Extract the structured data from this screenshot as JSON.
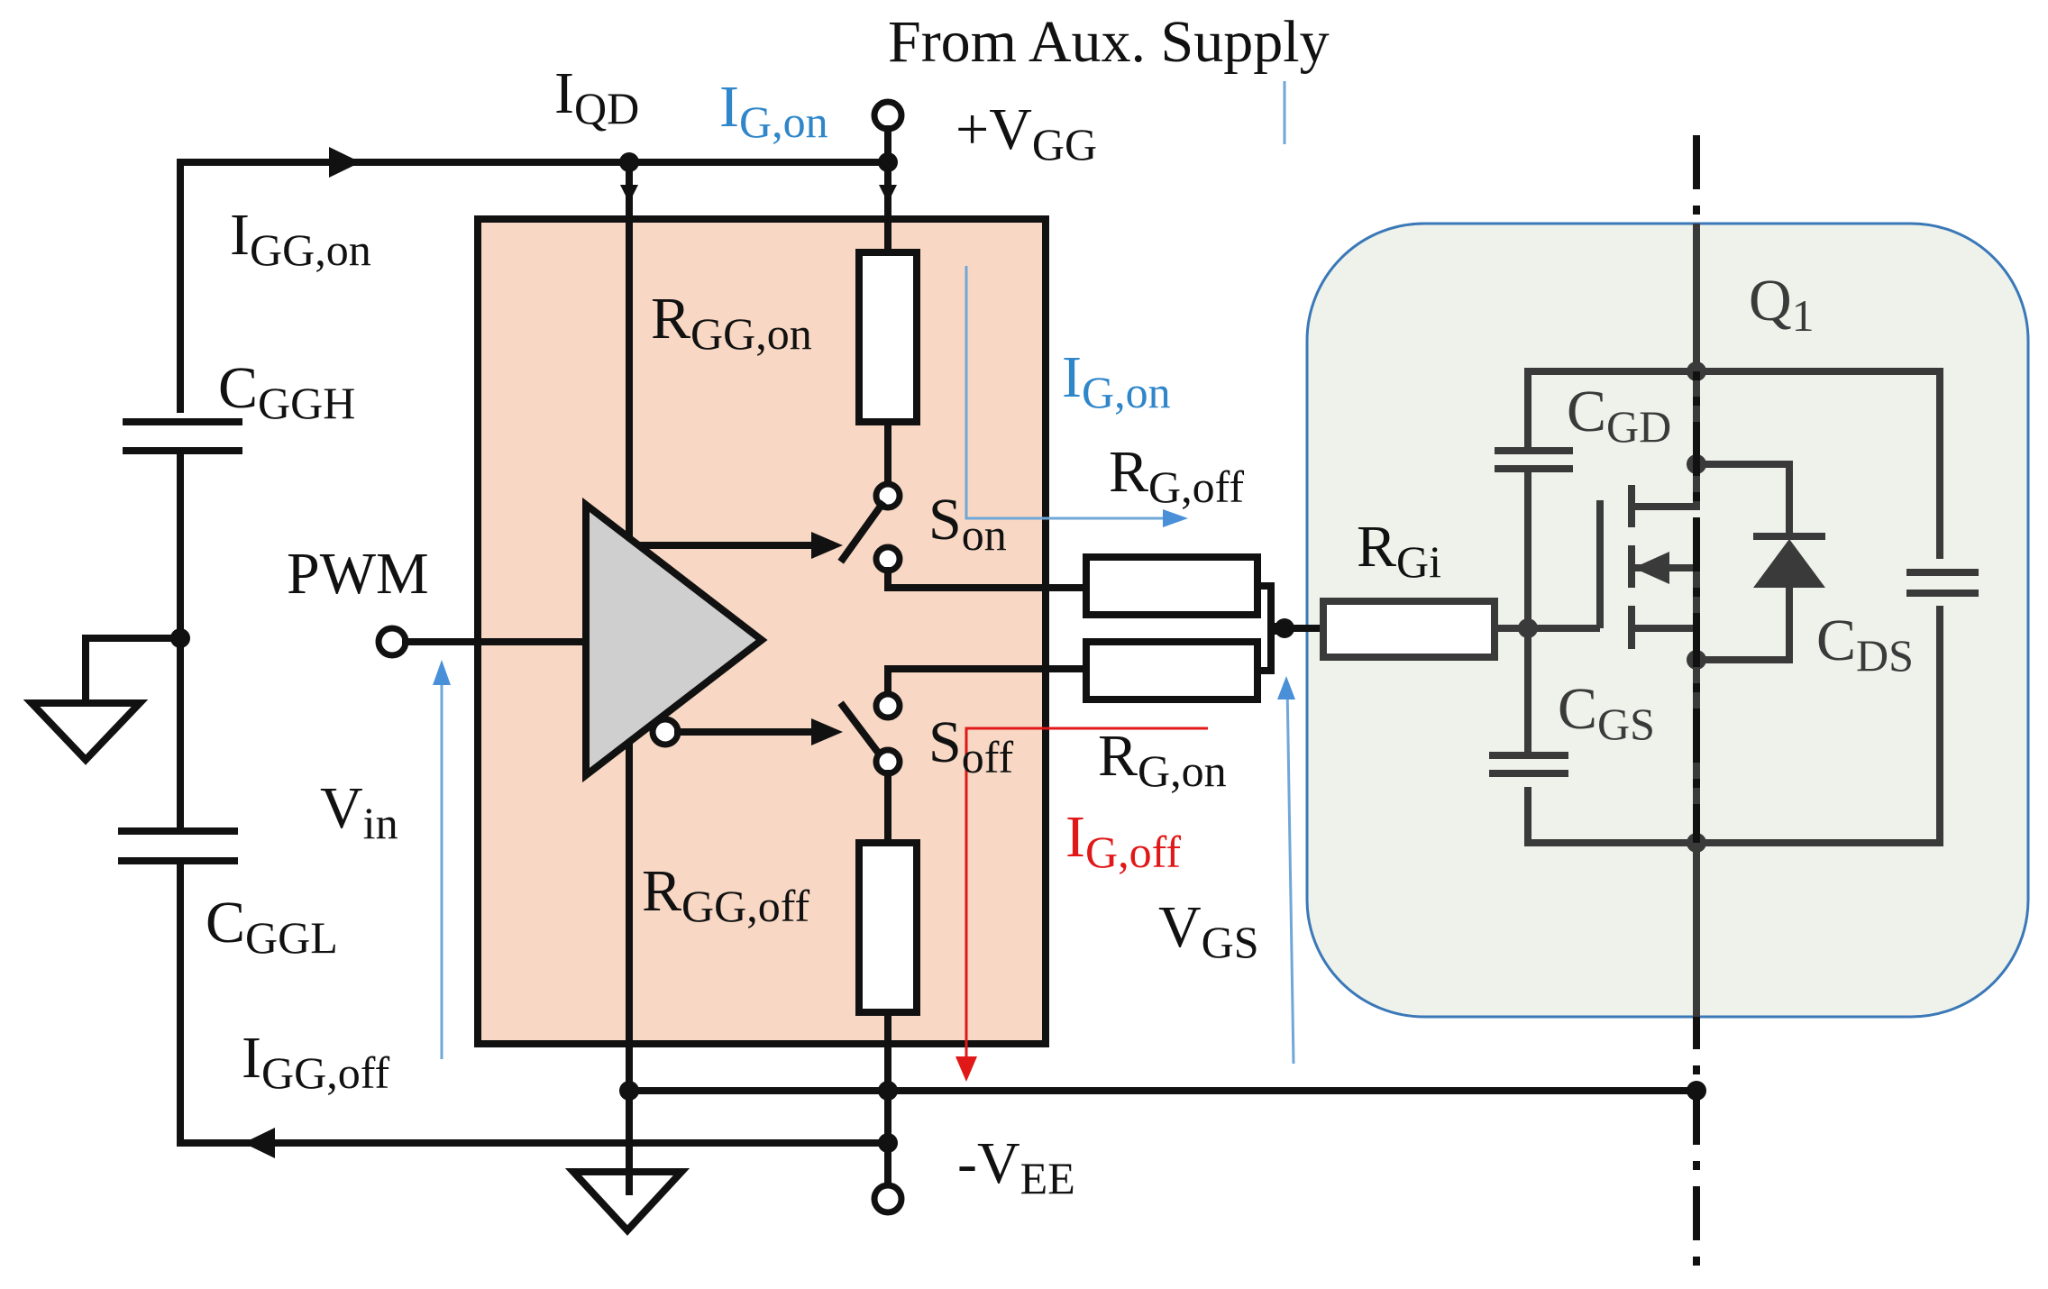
{
  "labels": {
    "from_aux": "From Aux. Supply",
    "iqd": {
      "main": "I",
      "sub": "QD"
    },
    "ig_on_top": {
      "main": "I",
      "sub": "G,on"
    },
    "vgg": {
      "main": "+V",
      "sub": "GG"
    },
    "igg_on": {
      "main": "I",
      "sub": "GG,on"
    },
    "cggh": {
      "main": "C",
      "sub": "GGH"
    },
    "rgg_on": {
      "main": "R",
      "sub": "GG,on"
    },
    "ig_on_mid": {
      "main": "I",
      "sub": "G,on"
    },
    "rg_off": {
      "main": "R",
      "sub": "G,off"
    },
    "son": {
      "main": "S",
      "sub": "on"
    },
    "pwm": "PWM",
    "soff": {
      "main": "S",
      "sub": "off"
    },
    "rg_on": {
      "main": "R",
      "sub": "G,on"
    },
    "ig_off": {
      "main": "I",
      "sub": "G,off"
    },
    "vin": {
      "main": "V",
      "sub": "in"
    },
    "cggl": {
      "main": "C",
      "sub": "GGL"
    },
    "rgg_off": {
      "main": "R",
      "sub": "GG,off"
    },
    "vgs": {
      "main": "V",
      "sub": "GS"
    },
    "igg_off": {
      "main": "I",
      "sub": "GG,off"
    },
    "vee": {
      "main": "-V",
      "sub": "EE"
    },
    "q1": {
      "main": "Q",
      "sub": "1"
    },
    "cgd": {
      "main": "C",
      "sub": "GD"
    },
    "rgi": {
      "main": "R",
      "sub": "Gi"
    },
    "cds": {
      "main": "C",
      "sub": "DS"
    },
    "cgs": {
      "main": "C",
      "sub": "GS"
    }
  },
  "colors": {
    "driver_fill": "#f8d8c4",
    "mosfet_fill": "#eef2ea",
    "mosfet_border": "#3a78b8",
    "blue_text": "#2f86c9",
    "red_text": "#e01818",
    "amp_fill": "#cfcfcf"
  }
}
